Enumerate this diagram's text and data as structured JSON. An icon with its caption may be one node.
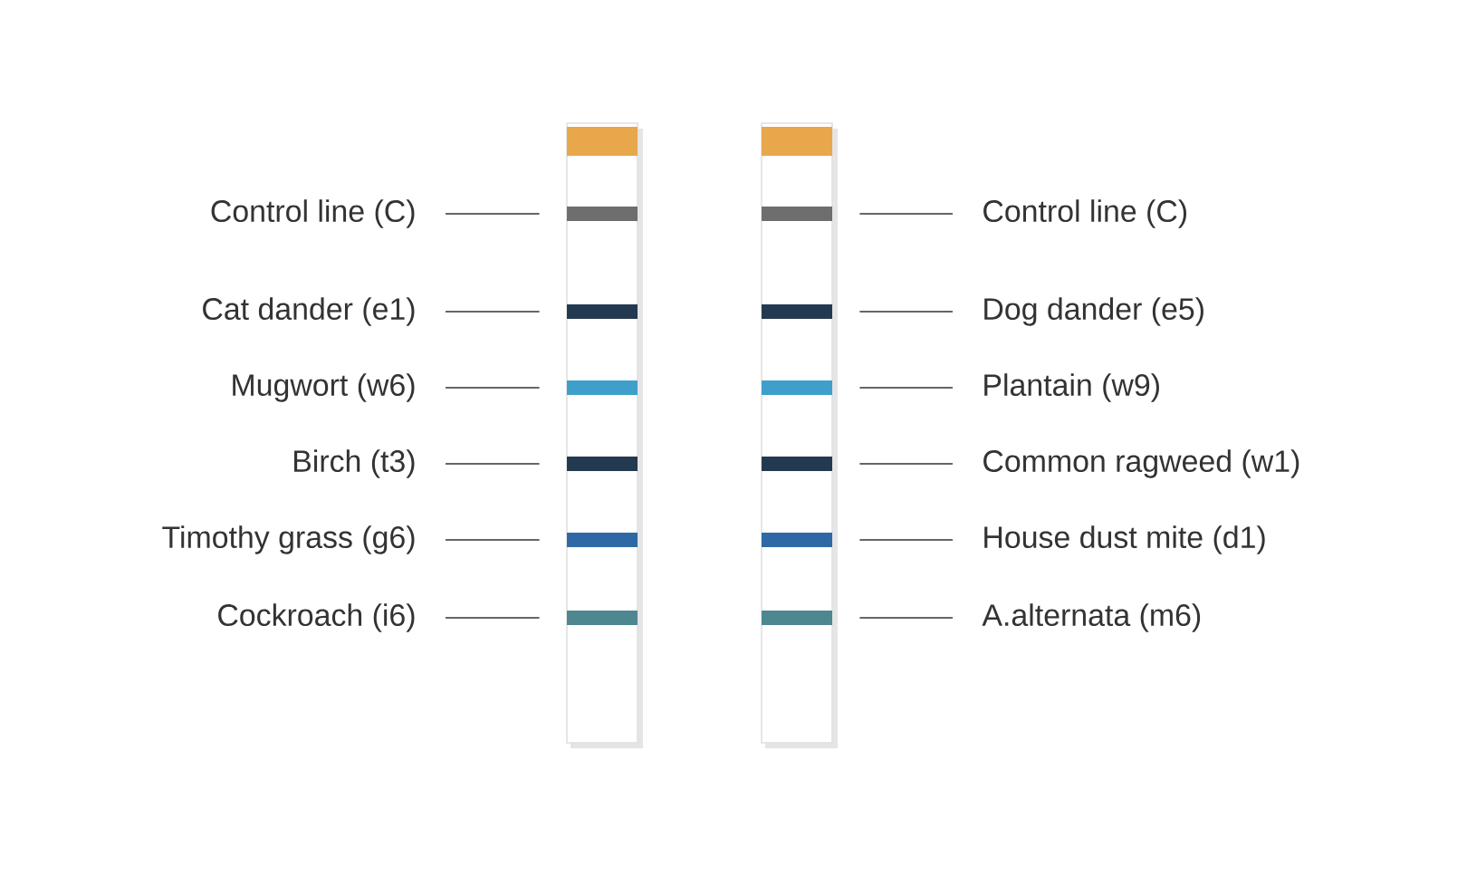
{
  "diagram": {
    "nodes": [
      {
        "text": [],
        "shape": "box"
      },
      {
        "text": [],
        "shape": "bar",
        "in": 0
      },
      {
        "text": [],
        "shape": "bar",
        "in": 0
      },
      {
        "text": [],
        "shape": "bar",
        "in": 0
      },
      {
        "text": [],
        "shape": "bar",
        "in": 0
      },
      {
        "text": [],
        "shape": "bar",
        "in": 0
      },
      {
        "text": [],
        "shape": "bar",
        "in": 0
      },
      {
        "text": [],
        "shape": "bar",
        "in": 0
      },
      {
        "text": [],
        "shape": "box"
      },
      {
        "text": [],
        "shape": "bar",
        "in": 8
      },
      {
        "text": [],
        "shape": "bar",
        "in": 8
      },
      {
        "text": [],
        "shape": "bar",
        "in": 8
      },
      {
        "text": [],
        "shape": "bar",
        "in": 8
      },
      {
        "text": [],
        "shape": "bar",
        "in": 8
      },
      {
        "text": [],
        "shape": "bar",
        "in": 8
      },
      {
        "text": [],
        "shape": "bar",
        "in": 8
      },
      {
        "text": [
          "Control line (C)"
        ]
      },
      {
        "text": [
          "Cat dander (e1)"
        ]
      },
      {
        "text": [
          "Mugwort (w6)"
        ]
      },
      {
        "text": [
          "Birch (t3)"
        ]
      },
      {
        "text": [
          "Timothy grass (g6)"
        ]
      },
      {
        "text": [
          "Cockroach (i6)"
        ]
      },
      {
        "text": [
          "Control line (C)"
        ]
      },
      {
        "text": [
          "Dog dander (e5)"
        ]
      },
      {
        "text": [
          "Plantain (w9)"
        ]
      },
      {
        "text": [
          "Common ragweed (w1)"
        ]
      },
      {
        "text": [
          "House dust mite (d1)"
        ]
      },
      {
        "text": [
          "A.alternata (m6)"
        ]
      }
    ],
    "edges": [
      {
        "from": 16,
        "to": 2,
        "arrow": "none"
      },
      {
        "from": 17,
        "to": 3,
        "arrow": "none"
      },
      {
        "from": 18,
        "to": 4,
        "arrow": "none"
      },
      {
        "from": 19,
        "to": 5,
        "arrow": "none"
      },
      {
        "from": 20,
        "to": 6,
        "arrow": "none"
      },
      {
        "from": 21,
        "to": 7,
        "arrow": "none"
      },
      {
        "from": 22,
        "to": 10,
        "arrow": "none"
      },
      {
        "from": 23,
        "to": 11,
        "arrow": "none"
      },
      {
        "from": 24,
        "to": 12,
        "arrow": "none"
      },
      {
        "from": 25,
        "to": 13,
        "arrow": "none"
      },
      {
        "from": 26,
        "to": 14,
        "arrow": "none"
      },
      {
        "from": 27,
        "to": 15,
        "arrow": "none"
      }
    ]
  }
}
